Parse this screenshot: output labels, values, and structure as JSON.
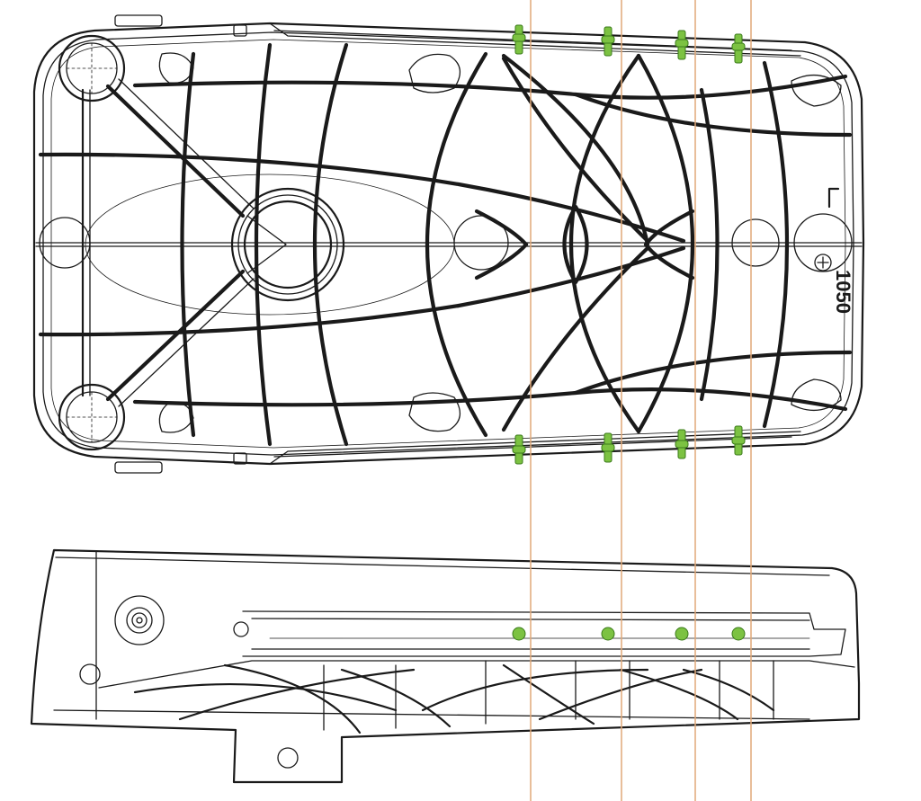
{
  "drawing": {
    "part_marking": "1050",
    "colors": {
      "outline": "#1a1a1a",
      "guide_line": "#e0a878",
      "pin_fill": "#7cc242",
      "pin_stroke": "#3a7a1a",
      "background": "#ffffff"
    },
    "pin_count_per_edge": 4,
    "guide_line_count": 4,
    "views": [
      "top-view",
      "side-view"
    ]
  }
}
